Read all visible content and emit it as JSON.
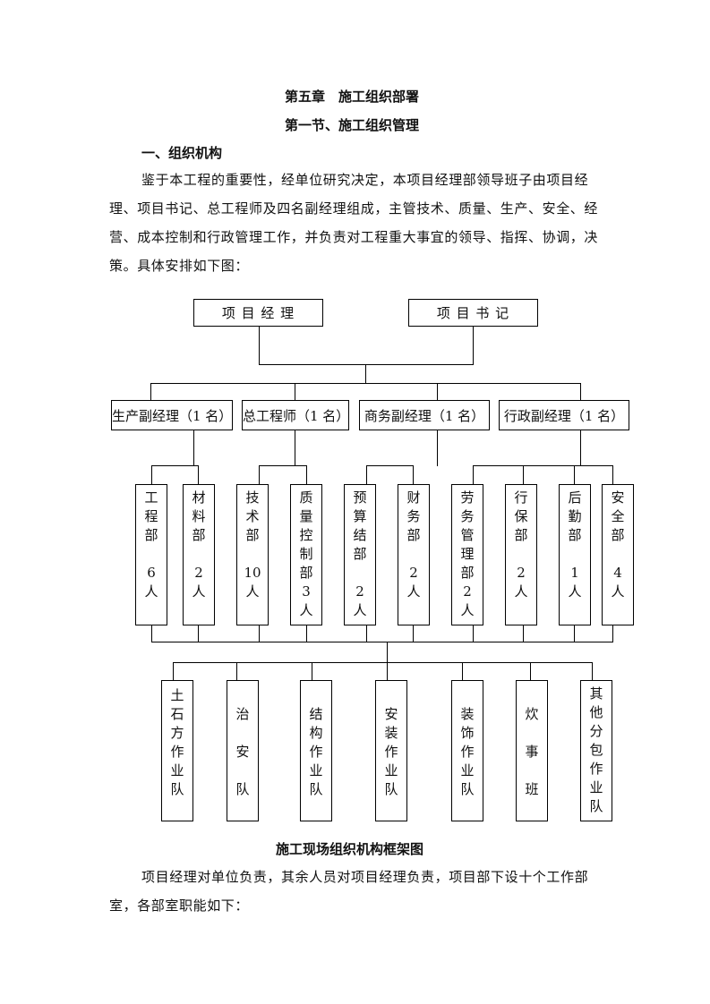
{
  "heading": {
    "chapter": "第五章　施工组织部署",
    "section": "第一节、施工组织管理",
    "subsection": "一、组织机构"
  },
  "intro": {
    "line1": "鉴于本工程的重要性，经单位研究决定，本项目经理部领导班子由项目经",
    "line2": "理、项目书记、总工程师及四名副经理组成，主管技术、质量、生产、安全、经",
    "line3": "营、成本控制和行政管理工作，并负责对工程重大事宜的领导、指挥、协调，决",
    "line4": "策。具体安排如下图："
  },
  "chart": {
    "top": [
      "项 目 经 理",
      "项 目 书 记"
    ],
    "managers": [
      "生产副经理（1 名）",
      "总工程师（1 名）",
      "商务副经理（1 名）",
      "行政副经理（1 名）"
    ],
    "departments": [
      [
        "工",
        "程",
        "部",
        "",
        "6",
        "人"
      ],
      [
        "材",
        "料",
        "部",
        "",
        "2",
        "人"
      ],
      [
        "技",
        "术",
        "部",
        "",
        "10",
        "人"
      ],
      [
        "质",
        "量",
        "控",
        "制",
        "部",
        "3",
        "人"
      ],
      [
        "预",
        "算",
        "结",
        "部",
        "",
        "2",
        "人"
      ],
      [
        "财",
        "务",
        "部",
        "",
        "2",
        "人"
      ],
      [
        "劳",
        "务",
        "管",
        "理",
        "部",
        "2",
        "人"
      ],
      [
        "行",
        "保",
        "部",
        "",
        "2",
        "人"
      ],
      [
        "后",
        "勤",
        "部",
        "",
        "1",
        "人"
      ],
      [
        "安",
        "全",
        "部",
        "",
        "4",
        "人"
      ]
    ],
    "teams": [
      [
        "土",
        "石",
        "方",
        "作",
        "业",
        "队"
      ],
      [
        "",
        "治",
        "",
        "安",
        "",
        "队"
      ],
      [
        "结",
        "构",
        "作",
        "业",
        "队"
      ],
      [
        "安",
        "装",
        "作",
        "业",
        "队"
      ],
      [
        "装",
        "饰",
        "作",
        "业",
        "队"
      ],
      [
        "炊",
        "",
        "事",
        "",
        "班"
      ],
      [
        "其",
        "他",
        "分",
        "包",
        "作",
        "业",
        "队"
      ]
    ],
    "caption": "施工现场组织机构框架图"
  },
  "outro": {
    "line1": "项目经理对单位负责，其余人员对项目经理负责，项目部下设十个工作部",
    "line2": "室，各部室职能如下："
  }
}
